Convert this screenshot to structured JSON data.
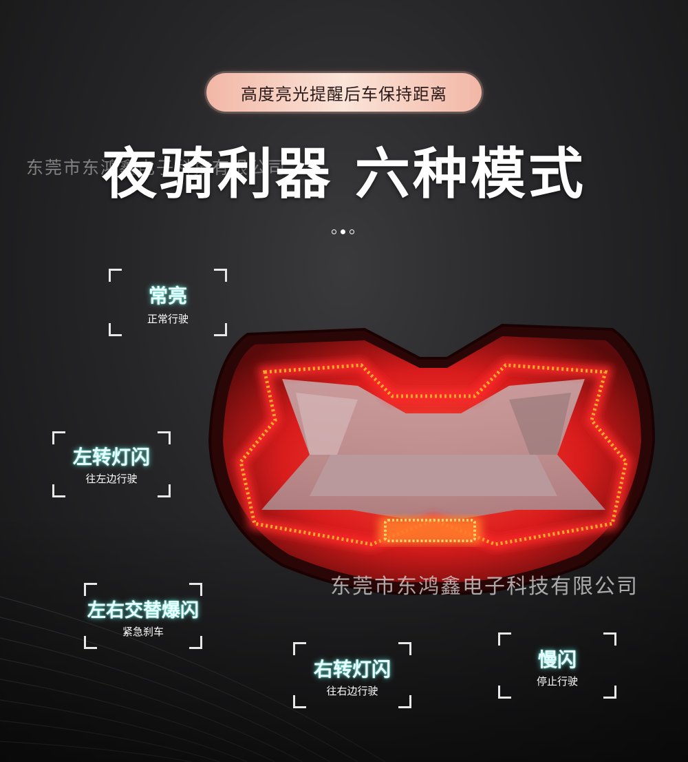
{
  "banner": {
    "text": "高度亮光提醒后车保持距离"
  },
  "headline": {
    "text": "夜骑利器 六种模式"
  },
  "watermark": {
    "text": "东莞市东鸿鑫电子科技有限公司"
  },
  "carousel": {
    "count": 3,
    "active": 1
  },
  "modes": [
    {
      "title": "常亮",
      "sub": "正常行驶"
    },
    {
      "title": "左转灯闪",
      "sub": "往左边行驶"
    },
    {
      "title": "左右交替爆闪",
      "sub": "紧急刹车"
    },
    {
      "title": "右转灯闪",
      "sub": "往右边行驶"
    },
    {
      "title": "慢闪",
      "sub": "停止行驶"
    }
  ],
  "colors": {
    "led": "#ff2a2a",
    "glow": "#ff3b2f",
    "accent": "#7fffee"
  }
}
